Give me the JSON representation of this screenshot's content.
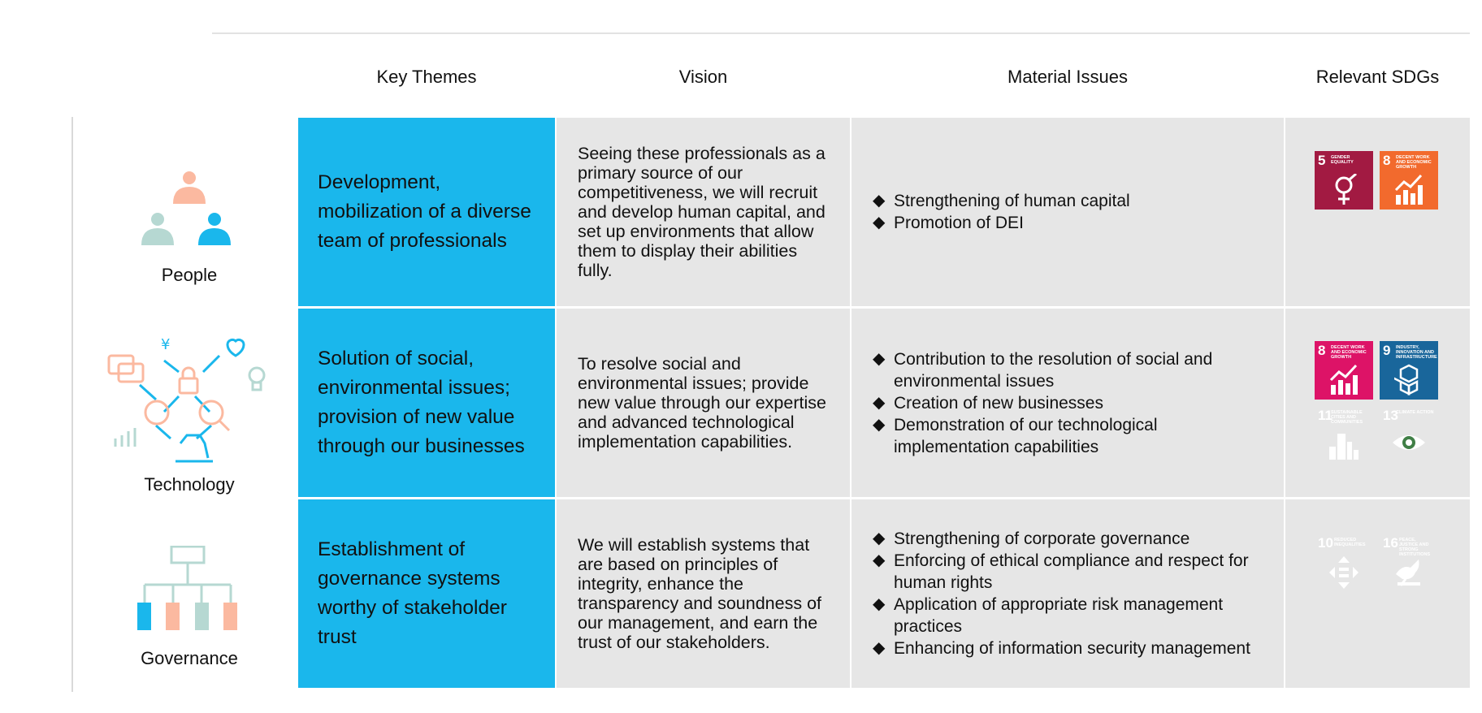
{
  "columns": {
    "key_themes": "Key Themes",
    "vision": "Vision",
    "material_issues": "Material Issues",
    "relevant_sdgs": "Relevant SDGs"
  },
  "colors": {
    "theme_blue": "#1ab7ec",
    "cell_grey": "#e6e6e6",
    "peach": "#fbb9a0",
    "sage": "#b6d8d2"
  },
  "rows": [
    {
      "category": "People",
      "icon": "people-icon",
      "theme": "Development, mobilization of a diverse team of professionals",
      "vision": "Seeing these professionals as a primary source of our competitiveness, we will recruit and develop human capital, and set up environments that allow them to display their abilities fully.",
      "issues": [
        "Strengthening of human capital",
        "Promotion of DEI"
      ],
      "sdgs": [
        {
          "num": "5",
          "title": "GENDER EQUALITY",
          "color": "#e5402b",
          "icon": "gender-equality-icon"
        },
        {
          "num": "8",
          "title": "DECENT WORK AND ECONOMIC GROWTH",
          "color": "#a21a42",
          "icon": "economic-growth-icon"
        }
      ]
    },
    {
      "category": "Technology",
      "icon": "technology-network-icon",
      "theme": "Solution of social, environmental issues; provision of new value through our businesses",
      "vision": "To resolve social and environmental issues; provide new value through our expertise and advanced technological implementation capabilities.",
      "issues": [
        "Contribution to the resolution of social and environmental issues",
        "Creation of new businesses",
        "Demonstration of our technological implementation capabilities"
      ],
      "sdgs": [
        {
          "num": "8",
          "title": "DECENT WORK AND ECONOMIC GROWTH",
          "color": "#a21a42",
          "icon": "economic-growth-icon"
        },
        {
          "num": "9",
          "title": "INDUSTRY, INNOVATION AND INFRASTRUCTURE",
          "color": "#f26a2d",
          "icon": "infrastructure-icon"
        },
        {
          "num": "11",
          "title": "SUSTAINABLE CITIES AND COMMUNITIES",
          "color": "#f99d26",
          "icon": "city-icon"
        },
        {
          "num": "13",
          "title": "CLIMATE ACTION",
          "color": "#407f46",
          "icon": "climate-eye-icon"
        }
      ]
    },
    {
      "category": "Governance",
      "icon": "governance-org-chart-icon",
      "theme": "Establishment of governance systems worthy of stakeholder trust",
      "vision": "We will establish systems that are based on principles of integrity, enhance the transparency and soundness of our management, and earn the trust of our stakeholders.",
      "issues": [
        "Strengthening of corporate governance",
        "Enforcing of ethical compliance and respect for human rights",
        "Application of appropriate risk management practices",
        "Enhancing of information security management"
      ],
      "sdgs": [
        {
          "num": "10",
          "title": "REDUCED INEQUALITIES",
          "color": "#dd1367",
          "icon": "reduced-inequalities-icon"
        },
        {
          "num": "16",
          "title": "PEACE, JUSTICE AND STRONG INSTITUTIONS",
          "color": "#19669b",
          "icon": "peace-dove-icon"
        }
      ]
    }
  ]
}
